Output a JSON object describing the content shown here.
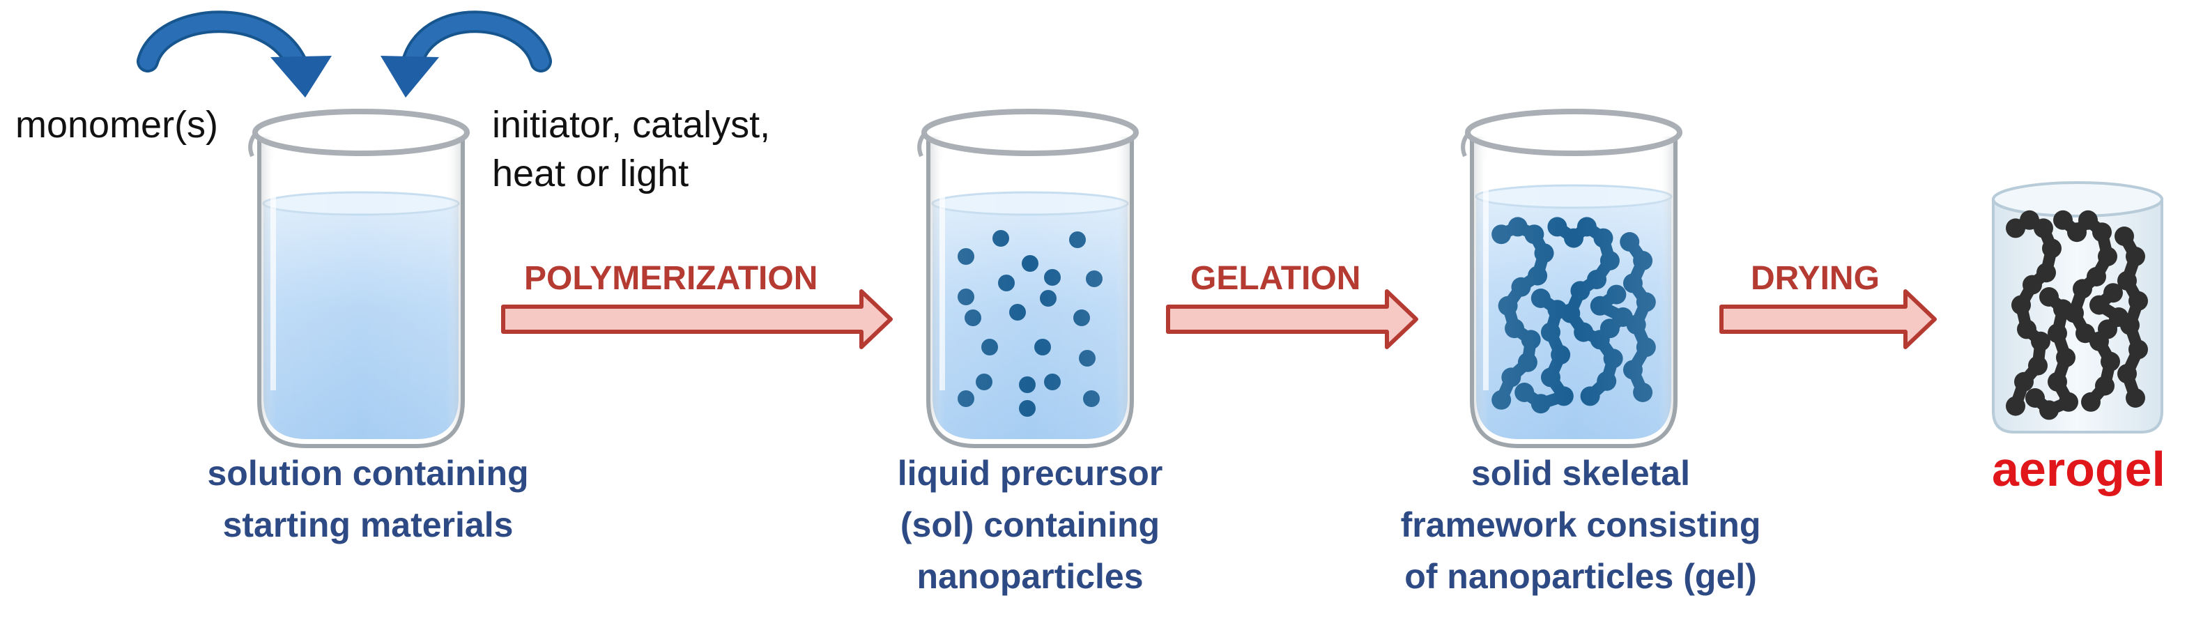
{
  "inputs": {
    "left": "monomer(s)",
    "right_line1": "initiator, catalyst,",
    "right_line2": "heat or light"
  },
  "steps": [
    {
      "label": "POLYMERIZATION"
    },
    {
      "label": "GELATION"
    },
    {
      "label": "DRYING"
    }
  ],
  "stages": [
    {
      "line1": "solution containing",
      "line2": "starting materials",
      "line3": ""
    },
    {
      "line1": "liquid precursor",
      "line2": "(sol) containing",
      "line3": "nanoparticles"
    },
    {
      "line1": "solid skeletal",
      "line2": "framework consisting",
      "line3": "of nanoparticles (gel)"
    }
  ],
  "result": {
    "label": "aerogel"
  },
  "colors": {
    "input_arrow": "#1f5fa6",
    "process_arrow_fill": "#f7c9c4",
    "process_arrow_stroke": "#b43a32",
    "caption_text": "#2e4a84",
    "step_text": "#b43a32",
    "result_text": "#e0161a",
    "liquid": "#c9e3fb",
    "sol_particle": "#1b5f93",
    "gel_particle": "#1b5f93",
    "aerogel_particle": "#2f2f2f"
  }
}
